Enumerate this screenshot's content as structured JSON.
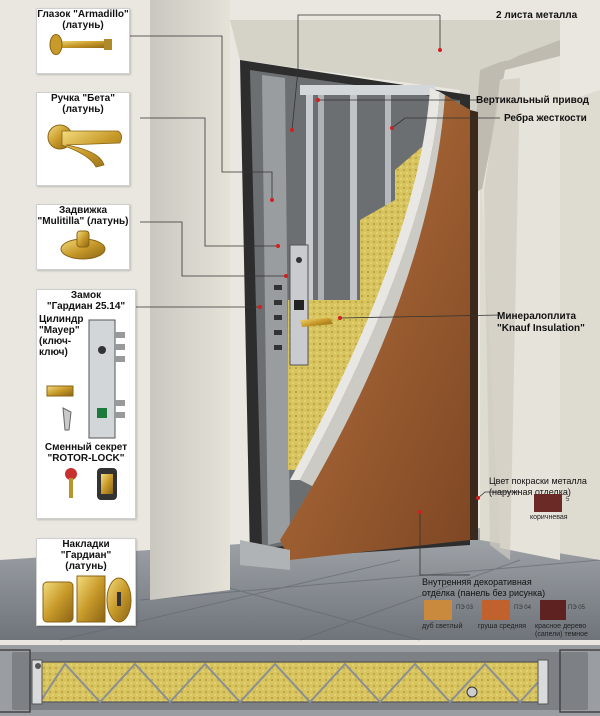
{
  "items": {
    "peephole": {
      "name": "Глазок \"Armadillo\"",
      "material": "(латунь)"
    },
    "handle": {
      "name": "Ручка \"Бета\"",
      "material": "(латунь)"
    },
    "latch": {
      "name": "Задвижка",
      "name2": "\"Mulitilla\" (латунь)"
    },
    "lock": {
      "title": "Замок",
      "model": "\"Гардиан 25.14\"",
      "cylinder": "Цилиндр",
      "cylinder_brand": "\"Mayep\"",
      "cylinder_type": "(ключ-",
      "cylinder_type2": "ключ)",
      "secret": "Сменный секрет",
      "secret_brand": "\"ROTOR-LOCK\""
    },
    "plates": {
      "name": "Накладки \"Гардиан\"",
      "material": "(латунь)"
    }
  },
  "callouts": {
    "metal_sheets": "2 листа металла",
    "vertical_drive": "Вертикальный привод",
    "stiffeners": "Ребра жесткости",
    "mineral_wool": "Минералоплита",
    "mineral_wool_brand": "\"Knauf Insulation\""
  },
  "paint": {
    "title": "Цвет покраски металла",
    "subtitle": "(наружная отделка)",
    "swatch": {
      "code": "5",
      "name": "коричневая",
      "color": "#6b2a25"
    }
  },
  "finish": {
    "title": "Внутренняя декоративная",
    "subtitle": "отделка (панель без рисунка)",
    "swatches": [
      {
        "code": "ПЭ 03",
        "name": "дуб светлый",
        "color": "#c98a3e"
      },
      {
        "code": "ПЭ 04",
        "name": "груша средняя",
        "color": "#c1622e"
      },
      {
        "code": "ПЭ 05",
        "name": "красное дерево",
        "name2": "(сапели) темное",
        "color": "#5e2320"
      }
    ]
  },
  "colors": {
    "door_veneer": "#a86a38",
    "insulation": "#d8c45e",
    "wall": "#dcd9cf",
    "floor": "#8c9197"
  }
}
